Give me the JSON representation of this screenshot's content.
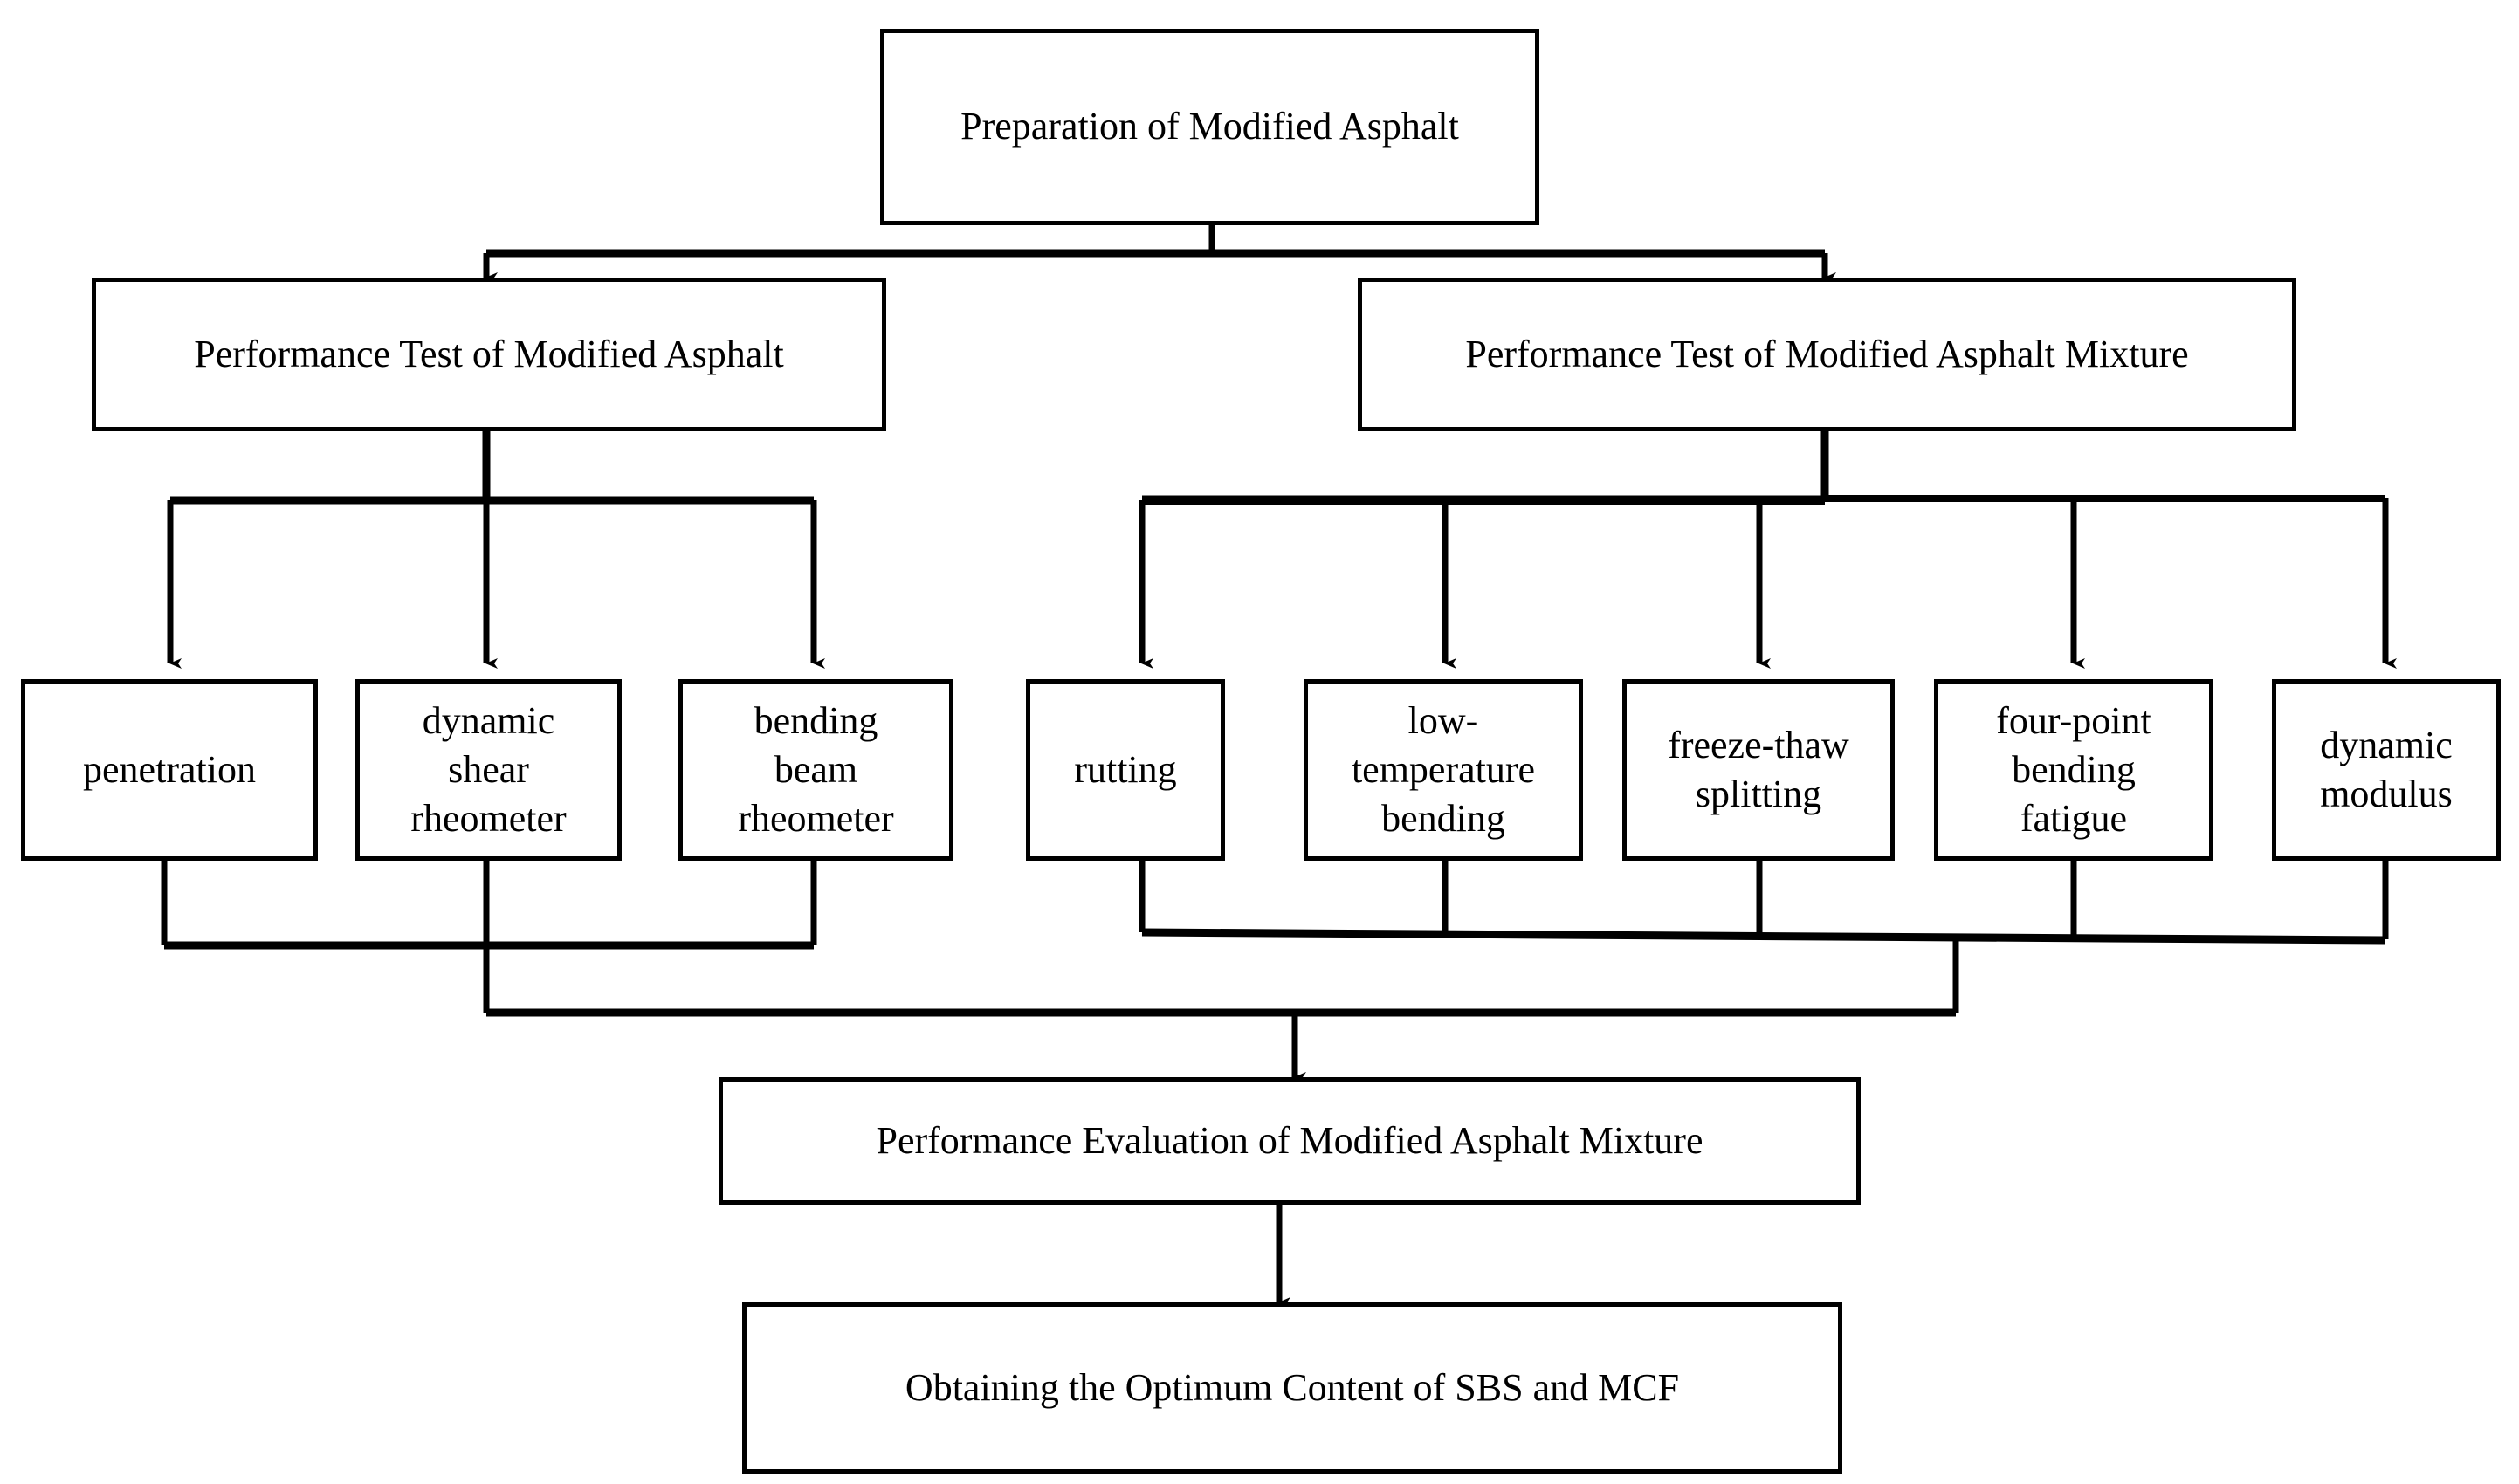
{
  "diagram": {
    "title_node": {
      "id": "preparation",
      "label": "Preparation of Modified Asphalt"
    },
    "level2": [
      {
        "id": "asphalt-test",
        "label": "Performance Test of Modified Asphalt"
      },
      {
        "id": "mixture-test",
        "label": "Performance Test of Modified Asphalt Mixture"
      }
    ],
    "asphalt_tests": [
      {
        "id": "penetration",
        "label": "penetration"
      },
      {
        "id": "dynamic-shear-rheometer",
        "label": "dynamic\nshear\nrheometer"
      },
      {
        "id": "bending-beam-rheometer",
        "label": "bending\nbeam\nrheometer"
      }
    ],
    "mixture_tests": [
      {
        "id": "rutting",
        "label": "rutting"
      },
      {
        "id": "low-temperature-bending",
        "label": "low-\ntemperature\nbending"
      },
      {
        "id": "freeze-thaw-splitting",
        "label": "freeze-thaw\nsplitting"
      },
      {
        "id": "four-point-bending-fatigue",
        "label": "four-point\nbending\nfatigue"
      },
      {
        "id": "dynamic-modulus",
        "label": "dynamic\nmodulus"
      }
    ],
    "evaluation_node": {
      "id": "performance-evaluation",
      "label": "Performance Evaluation of Modified Asphalt Mixture"
    },
    "result_node": {
      "id": "optimum-content",
      "label": "Obtaining the Optimum Content of SBS and MCF"
    },
    "style": {
      "stroke_color": "#000000",
      "fill_color": "#ffffff",
      "background": "#ffffff"
    }
  }
}
